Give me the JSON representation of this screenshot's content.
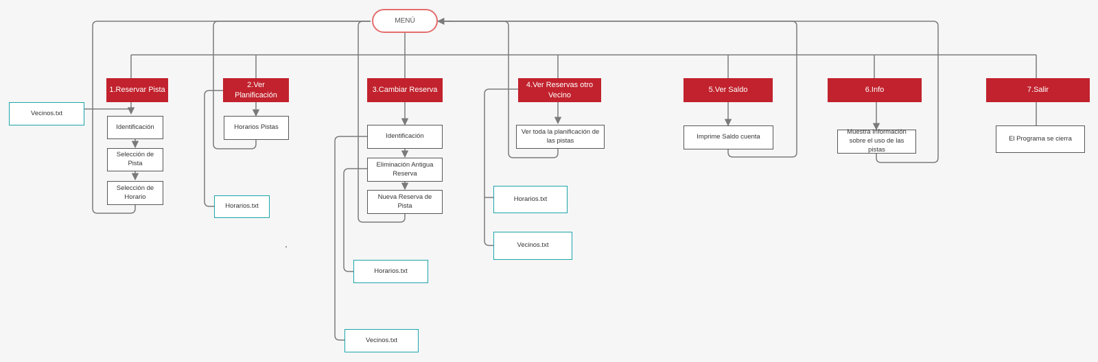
{
  "menu": {
    "label": "MENÚ"
  },
  "options": [
    {
      "label": "1.Reservar Pista"
    },
    {
      "label": "2.Ver Planificación"
    },
    {
      "label": "3.Cambiar Reserva"
    },
    {
      "label": "4.Ver Reservas otro Vecino"
    },
    {
      "label": "5.Ver Saldo"
    },
    {
      "label": "6.Info"
    },
    {
      "label": "7.Salir"
    }
  ],
  "steps": {
    "opt1": [
      "Identificación",
      "Selección de Pista",
      "Selección de Horario"
    ],
    "opt2": [
      "Horarios Pistas"
    ],
    "opt3": [
      "Identificación",
      "Eliminación Antigua Reserva",
      "Nueva Reserva de Pista"
    ],
    "opt4": [
      "Ver toda la planificación de las pistas"
    ],
    "opt5": [
      "Imprime Saldo cuenta"
    ],
    "opt6": [
      "Muestra Información sobre el uso de las pistas"
    ],
    "opt7": [
      "El Programa se cierra"
    ]
  },
  "files": {
    "opt1": [
      "Vecinos.txt"
    ],
    "opt2": [
      "Horarios.txt"
    ],
    "opt3": [
      "Horarios.txt",
      "Vecinos.txt"
    ],
    "opt4": [
      "Horarios.txt",
      "Vecinos.txt"
    ]
  },
  "colors": {
    "option_fill": "#c1222d",
    "menu_border": "#e36c6c",
    "file_border": "#1aa3a8",
    "connector": "#7a7a7a"
  }
}
